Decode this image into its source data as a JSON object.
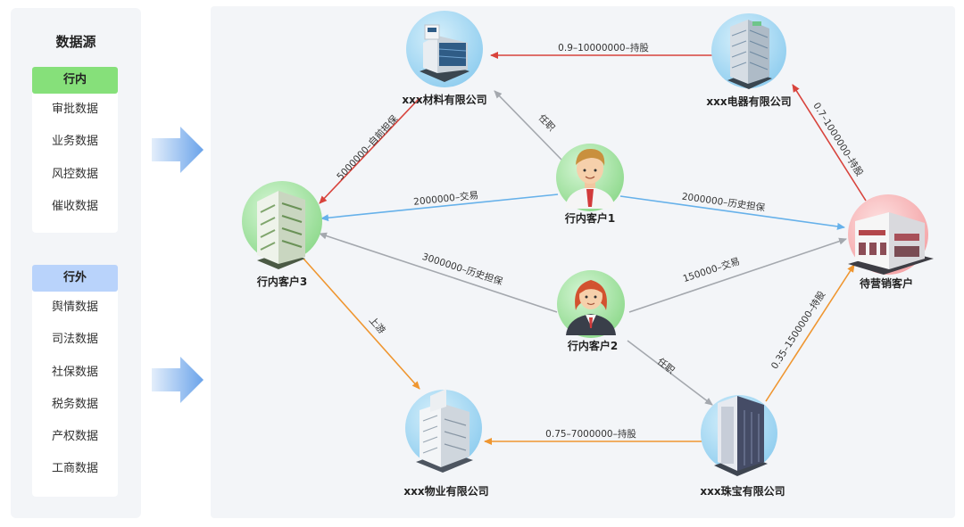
{
  "sidebar": {
    "title": "数据源",
    "groups": [
      {
        "header": "行内",
        "items": [
          "审批数据",
          "业务数据",
          "风控数据",
          "催收数据"
        ]
      },
      {
        "header": "行外",
        "items": [
          "舆情数据",
          "司法数据",
          "社保数据",
          "税务数据",
          "产权数据",
          "工商数据"
        ]
      }
    ]
  },
  "colors": {
    "inner_header": "#86e07a",
    "outer_header": "#b9d3fb",
    "red": "#d8433c",
    "blue": "#66b1ea",
    "gray": "#a4a8ae",
    "orange": "#ef9630"
  },
  "nodes": {
    "cailiao": "xxx材料有限公司",
    "dianqi": "xxx电器有限公司",
    "kehu1": "行内客户1",
    "kehu3": "行内客户3",
    "daiyingxiao": "待营销客户",
    "kehu2": "行内客户2",
    "wuye": "xxx物业有限公司",
    "zhubao": "xxx珠宝有限公司"
  },
  "edges": {
    "dianqi_cailiao": "0.9–10000000–持股",
    "cailiao_kehu3": "5000000–自前担保",
    "kehu1_cailiao": "任职",
    "daiyingxiao_dianqi": "0.7–1000000–持股",
    "kehu1_kehu3": "2000000–交易",
    "kehu1_daiyingxiao": "2000000–历史担保",
    "kehu2_kehu3": "3000000–历史担保",
    "kehu2_daiyingxiao": "150000–交易",
    "kehu3_wuye": "上游",
    "kehu2_zhubao": "任职",
    "zhubao_daiyingxiao": "0.35–1500000–持股",
    "zhubao_wuye": "0.75–7000000–持股"
  }
}
